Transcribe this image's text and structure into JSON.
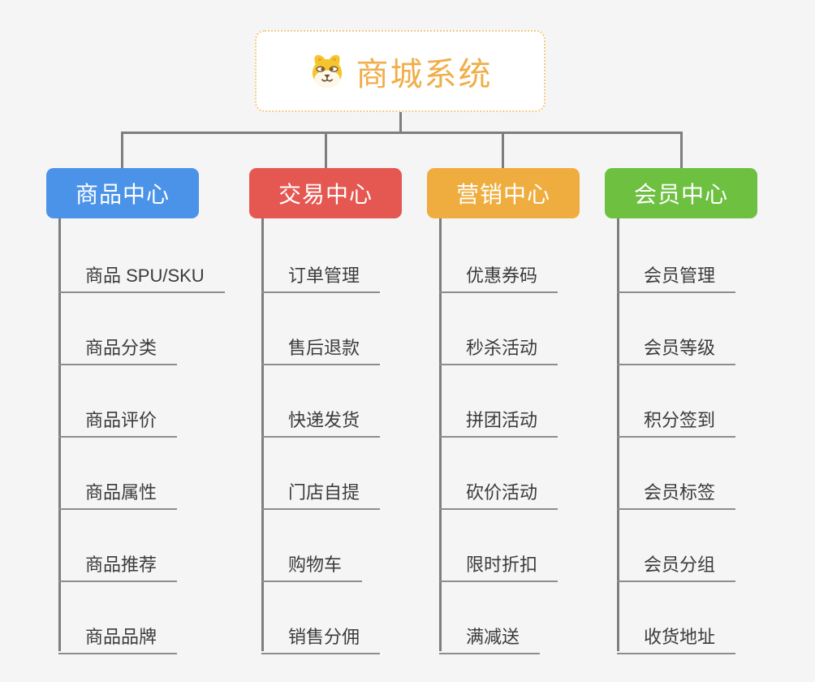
{
  "app": {
    "background": "#f5f5f6",
    "connector_color": "#7e7e7e",
    "child_underline_color": "#8d8d8d"
  },
  "root": {
    "title": "商城系统",
    "title_color": "#f0ae48",
    "border_color": "#f3c87f",
    "icon": "dog-face-icon"
  },
  "branches": [
    {
      "id": "product-center",
      "label": "商品中心",
      "color": "#4b93e8",
      "children": [
        "商品 SPU/SKU",
        "商品分类",
        "商品评价",
        "商品属性",
        "商品推荐",
        "商品品牌"
      ]
    },
    {
      "id": "trade-center",
      "label": "交易中心",
      "color": "#e55751",
      "children": [
        "订单管理",
        "售后退款",
        "快递发货",
        "门店自提",
        "购物车",
        "销售分佣"
      ]
    },
    {
      "id": "marketing-center",
      "label": "营销中心",
      "color": "#eead3e",
      "children": [
        "优惠券码",
        "秒杀活动",
        "拼团活动",
        "砍价活动",
        "限时折扣",
        "满减送"
      ]
    },
    {
      "id": "member-center",
      "label": "会员中心",
      "color": "#6ec041",
      "children": [
        "会员管理",
        "会员等级",
        "积分签到",
        "会员标签",
        "会员分组",
        "收货地址"
      ]
    }
  ]
}
